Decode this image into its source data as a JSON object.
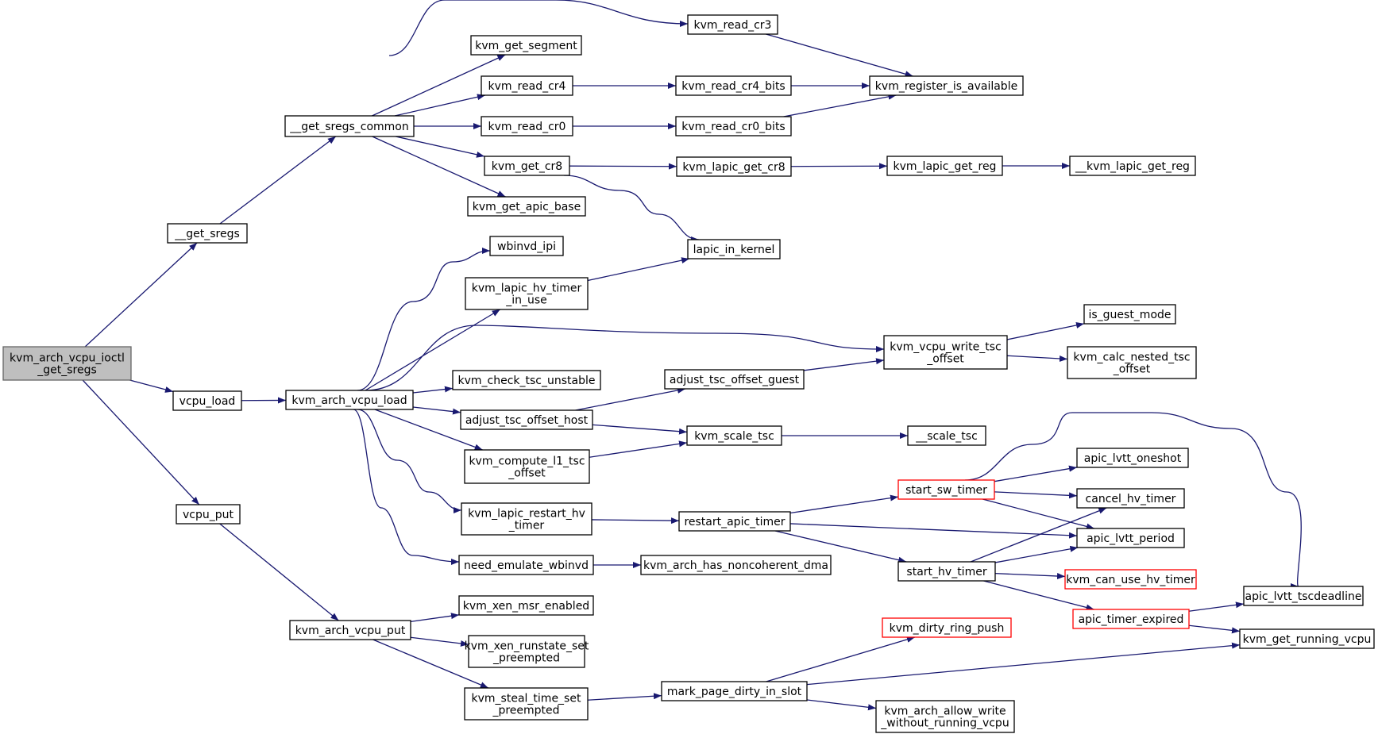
{
  "graph": {
    "colors": {
      "edge": "#191970",
      "node_border": "#000000",
      "truncated_node_border": "#ff0000",
      "root_fill": "#bfbfbf",
      "root_border": "#666666",
      "node_fill": "#ffffff"
    },
    "nodes": [
      {
        "id": "root",
        "lines": [
          "kvm_arch_vcpu_ioctl",
          "_get_sregs"
        ],
        "kind": "root"
      },
      {
        "id": "get_sregs",
        "lines": [
          "__get_sregs"
        ]
      },
      {
        "id": "vcpu_load",
        "lines": [
          "vcpu_load"
        ]
      },
      {
        "id": "vcpu_put",
        "lines": [
          "vcpu_put"
        ]
      },
      {
        "id": "get_sregs_common",
        "lines": [
          "__get_sregs_common"
        ]
      },
      {
        "id": "arch_vcpu_load",
        "lines": [
          "kvm_arch_vcpu_load"
        ]
      },
      {
        "id": "arch_vcpu_put",
        "lines": [
          "kvm_arch_vcpu_put"
        ]
      },
      {
        "id": "get_segment",
        "lines": [
          "kvm_get_segment"
        ]
      },
      {
        "id": "read_cr4",
        "lines": [
          "kvm_read_cr4"
        ]
      },
      {
        "id": "read_cr0",
        "lines": [
          "kvm_read_cr0"
        ]
      },
      {
        "id": "get_cr8",
        "lines": [
          "kvm_get_cr8"
        ]
      },
      {
        "id": "get_apic_base",
        "lines": [
          "kvm_get_apic_base"
        ]
      },
      {
        "id": "wbinvd_ipi",
        "lines": [
          "wbinvd_ipi"
        ]
      },
      {
        "id": "lapic_hv_timer_in_use",
        "lines": [
          "kvm_lapic_hv_timer",
          "_in_use"
        ]
      },
      {
        "id": "check_tsc_unstable",
        "lines": [
          "kvm_check_tsc_unstable"
        ]
      },
      {
        "id": "adjust_tsc_offset_host",
        "lines": [
          "adjust_tsc_offset_host"
        ]
      },
      {
        "id": "compute_l1_tsc_offset",
        "lines": [
          "kvm_compute_l1_tsc",
          "_offset"
        ]
      },
      {
        "id": "lapic_restart_hv_timer",
        "lines": [
          "kvm_lapic_restart_hv",
          "_timer"
        ]
      },
      {
        "id": "need_emulate_wbinvd",
        "lines": [
          "need_emulate_wbinvd"
        ]
      },
      {
        "id": "xen_msr_enabled",
        "lines": [
          "kvm_xen_msr_enabled"
        ]
      },
      {
        "id": "xen_runstate_set_preempted",
        "lines": [
          "kvm_xen_runstate_set",
          "_preempted"
        ]
      },
      {
        "id": "steal_time_set_preempted",
        "lines": [
          "kvm_steal_time_set",
          "_preempted"
        ]
      },
      {
        "id": "read_cr3",
        "lines": [
          "kvm_read_cr3"
        ]
      },
      {
        "id": "read_cr4_bits",
        "lines": [
          "kvm_read_cr4_bits"
        ]
      },
      {
        "id": "read_cr0_bits",
        "lines": [
          "kvm_read_cr0_bits"
        ]
      },
      {
        "id": "lapic_get_cr8",
        "lines": [
          "kvm_lapic_get_cr8"
        ]
      },
      {
        "id": "lapic_in_kernel",
        "lines": [
          "lapic_in_kernel"
        ]
      },
      {
        "id": "adjust_tsc_offset_guest",
        "lines": [
          "adjust_tsc_offset_guest"
        ]
      },
      {
        "id": "scale_tsc",
        "lines": [
          "kvm_scale_tsc"
        ]
      },
      {
        "id": "restart_apic_timer",
        "lines": [
          "restart_apic_timer"
        ]
      },
      {
        "id": "has_noncoherent_dma",
        "lines": [
          "kvm_arch_has_noncoherent_dma"
        ]
      },
      {
        "id": "mark_page_dirty_in_slot",
        "lines": [
          "mark_page_dirty_in_slot"
        ]
      },
      {
        "id": "register_is_available",
        "lines": [
          "kvm_register_is_available"
        ]
      },
      {
        "id": "lapic_get_reg",
        "lines": [
          "kvm_lapic_get_reg"
        ]
      },
      {
        "id": "vcpu_write_tsc_offset",
        "lines": [
          "kvm_vcpu_write_tsc",
          "_offset"
        ]
      },
      {
        "id": "scale_tsc_inner",
        "lines": [
          "__scale_tsc"
        ]
      },
      {
        "id": "start_sw_timer",
        "lines": [
          "start_sw_timer"
        ],
        "kind": "truncated"
      },
      {
        "id": "start_hv_timer",
        "lines": [
          "start_hv_timer"
        ]
      },
      {
        "id": "dirty_ring_push",
        "lines": [
          "kvm_dirty_ring_push"
        ],
        "kind": "truncated"
      },
      {
        "id": "allow_write_without_running_vcpu",
        "lines": [
          "kvm_arch_allow_write",
          "_without_running_vcpu"
        ]
      },
      {
        "id": "lapic_get_reg_inner",
        "lines": [
          "__kvm_lapic_get_reg"
        ]
      },
      {
        "id": "is_guest_mode",
        "lines": [
          "is_guest_mode"
        ]
      },
      {
        "id": "calc_nested_tsc_offset",
        "lines": [
          "kvm_calc_nested_tsc",
          "_offset"
        ]
      },
      {
        "id": "apic_lvtt_oneshot",
        "lines": [
          "apic_lvtt_oneshot"
        ]
      },
      {
        "id": "cancel_hv_timer",
        "lines": [
          "cancel_hv_timer"
        ]
      },
      {
        "id": "apic_lvtt_period",
        "lines": [
          "apic_lvtt_period"
        ]
      },
      {
        "id": "can_use_hv_timer",
        "lines": [
          "kvm_can_use_hv_timer"
        ],
        "kind": "truncated"
      },
      {
        "id": "apic_timer_expired",
        "lines": [
          "apic_timer_expired"
        ],
        "kind": "truncated"
      },
      {
        "id": "apic_lvtt_tscdeadline",
        "lines": [
          "apic_lvtt_tscdeadline"
        ]
      },
      {
        "id": "get_running_vcpu",
        "lines": [
          "kvm_get_running_vcpu"
        ]
      }
    ],
    "edges": [
      [
        "root",
        "get_sregs"
      ],
      [
        "root",
        "vcpu_load"
      ],
      [
        "root",
        "vcpu_put"
      ],
      [
        "get_sregs",
        "get_sregs_common"
      ],
      [
        "get_sregs_common",
        "read_cr3"
      ],
      [
        "get_sregs_common",
        "get_segment"
      ],
      [
        "get_sregs_common",
        "read_cr4"
      ],
      [
        "get_sregs_common",
        "read_cr0"
      ],
      [
        "get_sregs_common",
        "get_cr8"
      ],
      [
        "get_sregs_common",
        "get_apic_base"
      ],
      [
        "read_cr3",
        "register_is_available"
      ],
      [
        "read_cr4",
        "read_cr4_bits"
      ],
      [
        "read_cr4_bits",
        "register_is_available"
      ],
      [
        "read_cr0",
        "read_cr0_bits"
      ],
      [
        "read_cr0_bits",
        "register_is_available"
      ],
      [
        "get_cr8",
        "lapic_get_cr8"
      ],
      [
        "get_cr8",
        "lapic_in_kernel"
      ],
      [
        "lapic_get_cr8",
        "lapic_get_reg"
      ],
      [
        "lapic_get_reg",
        "lapic_get_reg_inner"
      ],
      [
        "vcpu_load",
        "arch_vcpu_load"
      ],
      [
        "arch_vcpu_load",
        "wbinvd_ipi"
      ],
      [
        "arch_vcpu_load",
        "lapic_hv_timer_in_use"
      ],
      [
        "arch_vcpu_load",
        "vcpu_write_tsc_offset"
      ],
      [
        "arch_vcpu_load",
        "check_tsc_unstable"
      ],
      [
        "arch_vcpu_load",
        "adjust_tsc_offset_host"
      ],
      [
        "arch_vcpu_load",
        "compute_l1_tsc_offset"
      ],
      [
        "arch_vcpu_load",
        "lapic_restart_hv_timer"
      ],
      [
        "arch_vcpu_load",
        "need_emulate_wbinvd"
      ],
      [
        "lapic_hv_timer_in_use",
        "lapic_in_kernel"
      ],
      [
        "vcpu_write_tsc_offset",
        "is_guest_mode"
      ],
      [
        "vcpu_write_tsc_offset",
        "calc_nested_tsc_offset"
      ],
      [
        "adjust_tsc_offset_host",
        "adjust_tsc_offset_guest"
      ],
      [
        "adjust_tsc_offset_host",
        "scale_tsc"
      ],
      [
        "adjust_tsc_offset_guest",
        "vcpu_write_tsc_offset"
      ],
      [
        "compute_l1_tsc_offset",
        "scale_tsc"
      ],
      [
        "scale_tsc",
        "scale_tsc_inner"
      ],
      [
        "lapic_restart_hv_timer",
        "restart_apic_timer"
      ],
      [
        "restart_apic_timer",
        "start_sw_timer"
      ],
      [
        "restart_apic_timer",
        "apic_lvtt_period"
      ],
      [
        "restart_apic_timer",
        "start_hv_timer"
      ],
      [
        "start_sw_timer",
        "apic_lvtt_tscdeadline"
      ],
      [
        "start_sw_timer",
        "apic_lvtt_oneshot"
      ],
      [
        "start_sw_timer",
        "cancel_hv_timer"
      ],
      [
        "start_sw_timer",
        "apic_lvtt_period"
      ],
      [
        "start_hv_timer",
        "cancel_hv_timer"
      ],
      [
        "start_hv_timer",
        "apic_lvtt_period"
      ],
      [
        "start_hv_timer",
        "can_use_hv_timer"
      ],
      [
        "start_hv_timer",
        "apic_timer_expired"
      ],
      [
        "apic_timer_expired",
        "apic_lvtt_tscdeadline"
      ],
      [
        "apic_timer_expired",
        "get_running_vcpu"
      ],
      [
        "need_emulate_wbinvd",
        "has_noncoherent_dma"
      ],
      [
        "vcpu_put",
        "arch_vcpu_put"
      ],
      [
        "arch_vcpu_put",
        "xen_msr_enabled"
      ],
      [
        "arch_vcpu_put",
        "xen_runstate_set_preempted"
      ],
      [
        "arch_vcpu_put",
        "steal_time_set_preempted"
      ],
      [
        "steal_time_set_preempted",
        "mark_page_dirty_in_slot"
      ],
      [
        "mark_page_dirty_in_slot",
        "dirty_ring_push"
      ],
      [
        "mark_page_dirty_in_slot",
        "get_running_vcpu"
      ],
      [
        "mark_page_dirty_in_slot",
        "allow_write_without_running_vcpu"
      ]
    ]
  }
}
